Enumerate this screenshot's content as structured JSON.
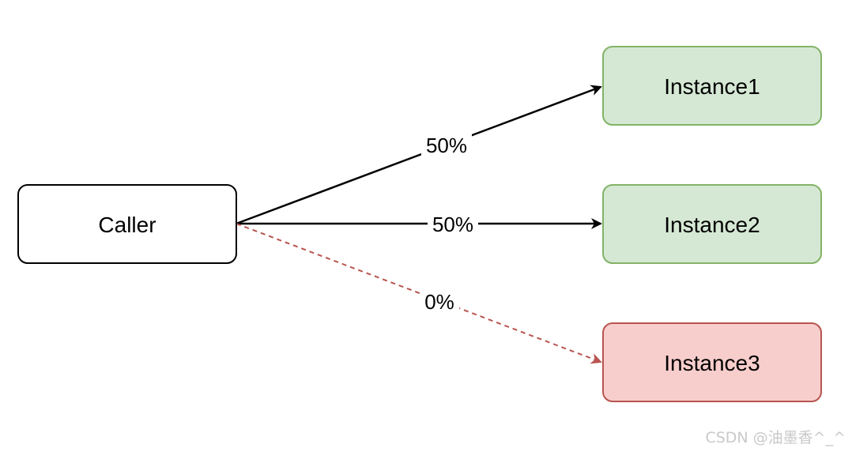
{
  "nodes": {
    "caller": {
      "label": "Caller",
      "fill": "#ffffff",
      "stroke": "#000000"
    },
    "instance1": {
      "label": "Instance1",
      "fill": "#d5e8d4",
      "stroke": "#82b366"
    },
    "instance2": {
      "label": "Instance2",
      "fill": "#d5e8d4",
      "stroke": "#82b366"
    },
    "instance3": {
      "label": "Instance3",
      "fill": "#f8cecc",
      "stroke": "#b85450"
    }
  },
  "edges": {
    "to_instance1": {
      "label": "50%",
      "color": "#000000",
      "style": "solid"
    },
    "to_instance2": {
      "label": "50%",
      "color": "#000000",
      "style": "solid"
    },
    "to_instance3": {
      "label": "0%",
      "color": "#b85450",
      "style": "dashed"
    }
  },
  "watermark": {
    "text": "CSDN @油墨香^_^"
  }
}
